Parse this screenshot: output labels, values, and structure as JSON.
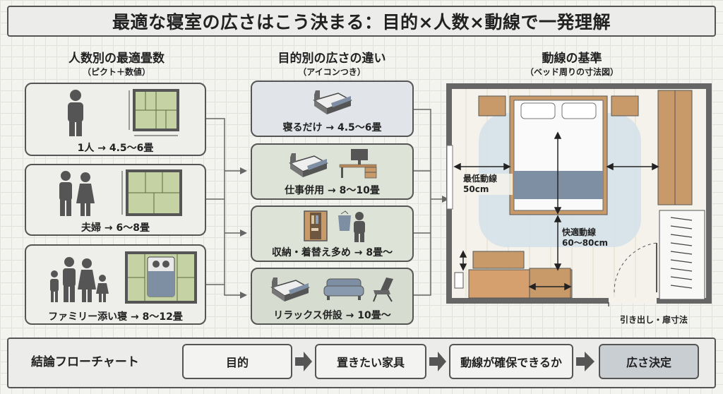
{
  "title": "最適な寝室の広さはこう決まる：目的×人数×動線で一発理解",
  "col_people": {
    "heading": "人数別の最適畳数",
    "subheading": "（ピクト＋数値）",
    "cards": [
      {
        "label": "1人 → 4.5〜6畳"
      },
      {
        "label": "夫婦 → 6〜8畳"
      },
      {
        "label": "ファミリー添い寝 → 8〜12畳"
      }
    ]
  },
  "col_purpose": {
    "heading": "目的別の広さの違い",
    "subheading": "（アイコンつき）",
    "cards": [
      {
        "label": "寝るだけ → 4.5〜6畳"
      },
      {
        "label": "仕事併用 → 8〜10畳"
      },
      {
        "label": "収納・着替え多め → 8畳〜"
      },
      {
        "label": "リラックス併設 → 10畳〜"
      }
    ]
  },
  "col_flow": {
    "heading": "動線の基準",
    "subheading": "（ベッド周りの寸法図）",
    "min_label": "最低動線",
    "min_value": "50cm",
    "comfort_label": "快適動線",
    "comfort_value": "60〜80cm",
    "door_label": "引き出し・扉寸法"
  },
  "flowchart": {
    "label": "結論フローチャート",
    "steps": [
      "目的",
      "置きたい家具",
      "動線が確保できるか",
      "広さ決定"
    ]
  },
  "colors": {
    "tatami": "#c5d3a4",
    "wood": "#c89a6a",
    "mattress_band": "#7f8fa3",
    "comfort_zone": "#d6e2ea"
  }
}
